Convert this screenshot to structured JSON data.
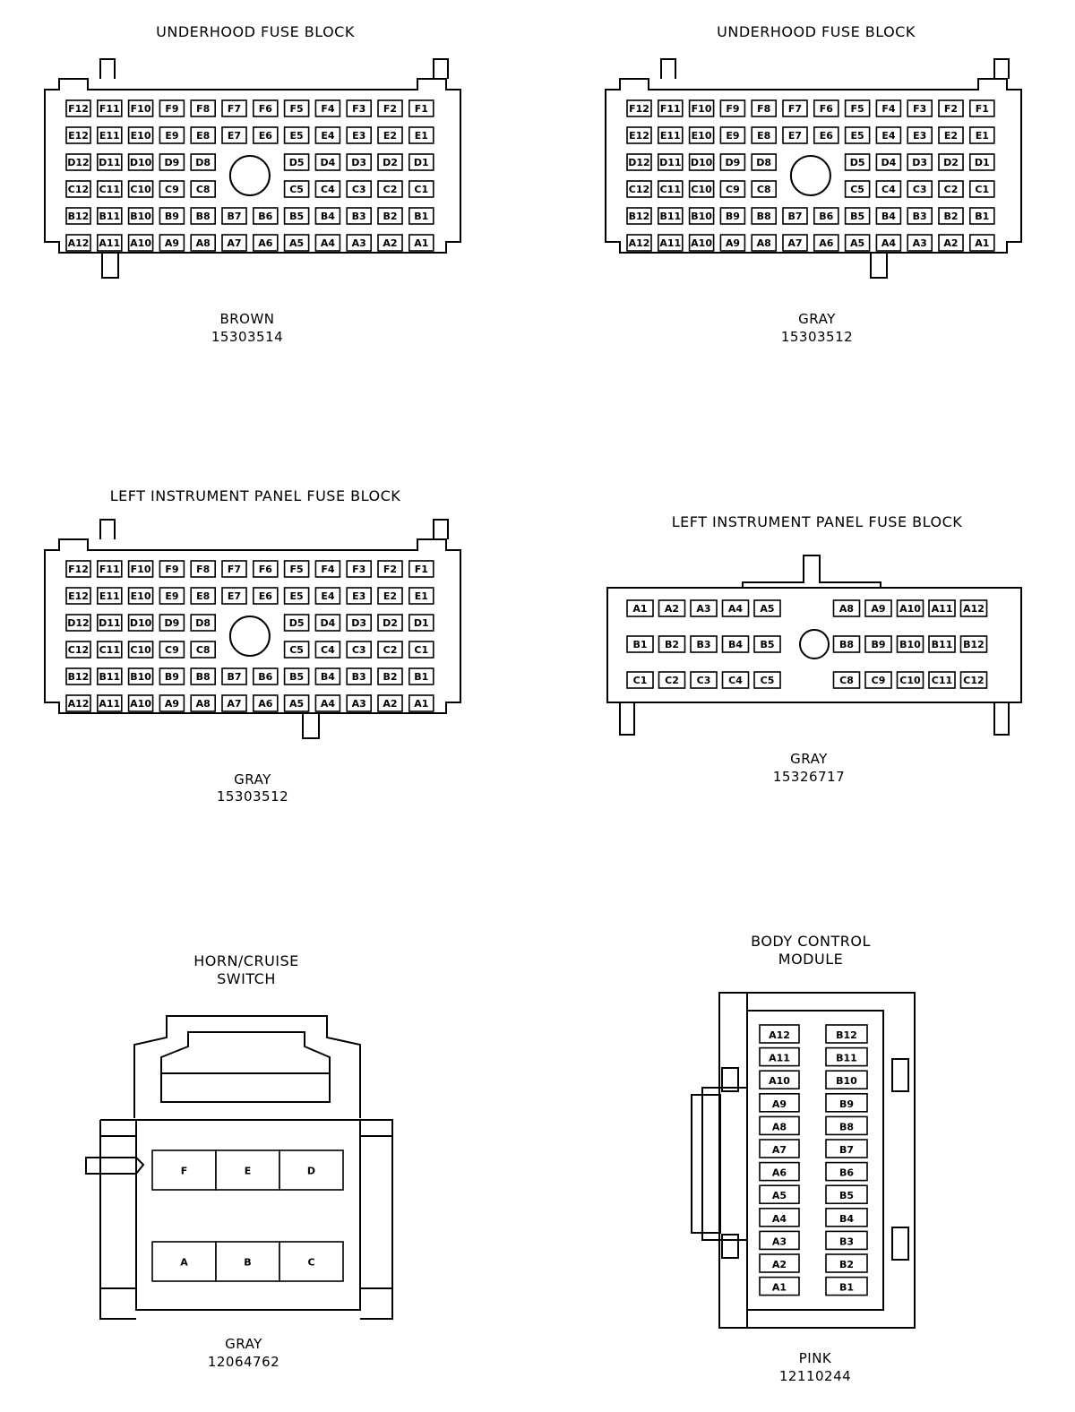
{
  "connectors": [
    {
      "id": "c1",
      "title": "UNDERHOOD FUSE BLOCK",
      "color_label": "BROWN",
      "part_number": "15303514",
      "rows": [
        [
          "F12",
          "F11",
          "F10",
          "F9",
          "F8",
          "F7",
          "F6",
          "F5",
          "F4",
          "F3",
          "F2",
          "F1"
        ],
        [
          "E12",
          "E11",
          "E10",
          "E9",
          "E8",
          "E7",
          "E6",
          "E5",
          "E4",
          "E3",
          "E2",
          "E1"
        ],
        [
          "D12",
          "D11",
          "D10",
          "D9",
          "D8",
          "",
          "",
          "D5",
          "D4",
          "D3",
          "D2",
          "D1"
        ],
        [
          "C12",
          "C11",
          "C10",
          "C9",
          "C8",
          "",
          "",
          "C5",
          "C4",
          "C3",
          "C2",
          "C1"
        ],
        [
          "B12",
          "B11",
          "B10",
          "B9",
          "B8",
          "B7",
          "B6",
          "B5",
          "B4",
          "B3",
          "B2",
          "B1"
        ],
        [
          "A12",
          "A11",
          "A10",
          "A9",
          "A8",
          "A7",
          "A6",
          "A5",
          "A4",
          "A3",
          "A2",
          "A1"
        ]
      ]
    },
    {
      "id": "c2",
      "title": "UNDERHOOD FUSE BLOCK",
      "color_label": "GRAY",
      "part_number": "15303512",
      "rows": [
        [
          "F12",
          "F11",
          "F10",
          "F9",
          "F8",
          "F7",
          "F6",
          "F5",
          "F4",
          "F3",
          "F2",
          "F1"
        ],
        [
          "E12",
          "E11",
          "E10",
          "E9",
          "E8",
          "E7",
          "E6",
          "E5",
          "E4",
          "E3",
          "E2",
          "E1"
        ],
        [
          "D12",
          "D11",
          "D10",
          "D9",
          "D8",
          "",
          "",
          "D5",
          "D4",
          "D3",
          "D2",
          "D1"
        ],
        [
          "C12",
          "C11",
          "C10",
          "C9",
          "C8",
          "",
          "",
          "C5",
          "C4",
          "C3",
          "C2",
          "C1"
        ],
        [
          "B12",
          "B11",
          "B10",
          "B9",
          "B8",
          "B7",
          "B6",
          "B5",
          "B4",
          "B3",
          "B2",
          "B1"
        ],
        [
          "A12",
          "A11",
          "A10",
          "A9",
          "A8",
          "A7",
          "A6",
          "A5",
          "A4",
          "A3",
          "A2",
          "A1"
        ]
      ]
    },
    {
      "id": "c3",
      "title": "LEFT INSTRUMENT PANEL FUSE BLOCK",
      "color_label": "GRAY",
      "part_number": "15303512",
      "rows": [
        [
          "F12",
          "F11",
          "F10",
          "F9",
          "F8",
          "F7",
          "F6",
          "F5",
          "F4",
          "F3",
          "F2",
          "F1"
        ],
        [
          "E12",
          "E11",
          "E10",
          "E9",
          "E8",
          "E7",
          "E6",
          "E5",
          "E4",
          "E3",
          "E2",
          "E1"
        ],
        [
          "D12",
          "D11",
          "D10",
          "D9",
          "D8",
          "",
          "",
          "D5",
          "D4",
          "D3",
          "D2",
          "D1"
        ],
        [
          "C12",
          "C11",
          "C10",
          "C9",
          "C8",
          "",
          "",
          "C5",
          "C4",
          "C3",
          "C2",
          "C1"
        ],
        [
          "B12",
          "B11",
          "B10",
          "B9",
          "B8",
          "B7",
          "B6",
          "B5",
          "B4",
          "B3",
          "B2",
          "B1"
        ],
        [
          "A12",
          "A11",
          "A10",
          "A9",
          "A8",
          "A7",
          "A6",
          "A5",
          "A4",
          "A3",
          "A2",
          "A1"
        ]
      ]
    },
    {
      "id": "c4",
      "title": "LEFT INSTRUMENT PANEL FUSE BLOCK",
      "color_label": "GRAY",
      "part_number": "15326717",
      "rows": [
        [
          "A1",
          "A2",
          "A3",
          "A4",
          "A5",
          "",
          "A8",
          "A9",
          "A10",
          "A11",
          "A12"
        ],
        [
          "B1",
          "B2",
          "B3",
          "B4",
          "B5",
          "",
          "B8",
          "B9",
          "B10",
          "B11",
          "B12"
        ],
        [
          "C1",
          "C2",
          "C3",
          "C4",
          "C5",
          "",
          "C8",
          "C9",
          "C10",
          "C11",
          "C12"
        ]
      ]
    },
    {
      "id": "c5",
      "title": "HORN/CRUISE\nSWITCH",
      "color_label": "GRAY",
      "part_number": "12064762",
      "rows": [
        [
          "F",
          "E",
          "D"
        ],
        [
          "A",
          "B",
          "C"
        ]
      ]
    },
    {
      "id": "c6",
      "title": "BODY CONTROL\nMODULE",
      "color_label": "PINK",
      "part_number": "12110244",
      "rows": [
        [
          "A12",
          "B12"
        ],
        [
          "A11",
          "B11"
        ],
        [
          "A10",
          "B10"
        ],
        [
          "A9",
          "B9"
        ],
        [
          "A8",
          "B8"
        ],
        [
          "A7",
          "B7"
        ],
        [
          "A6",
          "B6"
        ],
        [
          "A5",
          "B5"
        ],
        [
          "A4",
          "B4"
        ],
        [
          "A3",
          "B3"
        ],
        [
          "A2",
          "B2"
        ],
        [
          "A1",
          "B1"
        ]
      ]
    }
  ]
}
